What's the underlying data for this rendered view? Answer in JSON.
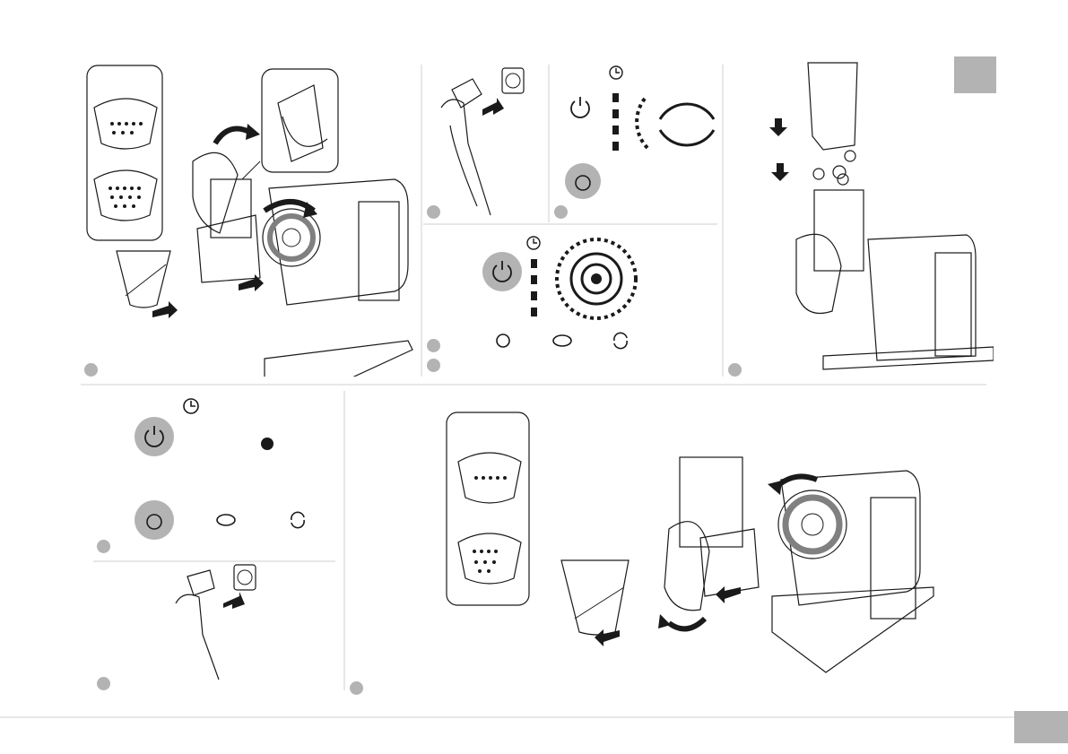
{
  "page": {
    "number": "",
    "section_tab": ""
  },
  "colors": {
    "ink": "#1a1a1a",
    "grey": "#b3b3b3",
    "divider": "#cfcfcf",
    "light": "#d9d9d9"
  },
  "steps": [
    {
      "panel": "assemble-cone",
      "dot": ""
    },
    {
      "panel": "plug-in",
      "dot": ""
    },
    {
      "panel": "mode-select-standby",
      "dot": ""
    },
    {
      "panel": "mode-select-running",
      "dot": ""
    },
    {
      "panel": "mode-label",
      "dot": ""
    },
    {
      "panel": "feed-food",
      "dot": ""
    },
    {
      "panel": "power-off",
      "dot": ""
    },
    {
      "panel": "unplug",
      "dot": ""
    },
    {
      "panel": "disassemble",
      "dot": ""
    }
  ],
  "icons": [
    "power-icon",
    "timer-icon",
    "tomato-mode-icon",
    "avocado-mode-icon",
    "cycle-mode-icon",
    "arrow-icon",
    "rotate-arrow-icon",
    "grater-drum-icon",
    "plug-icon",
    "socket-icon"
  ]
}
